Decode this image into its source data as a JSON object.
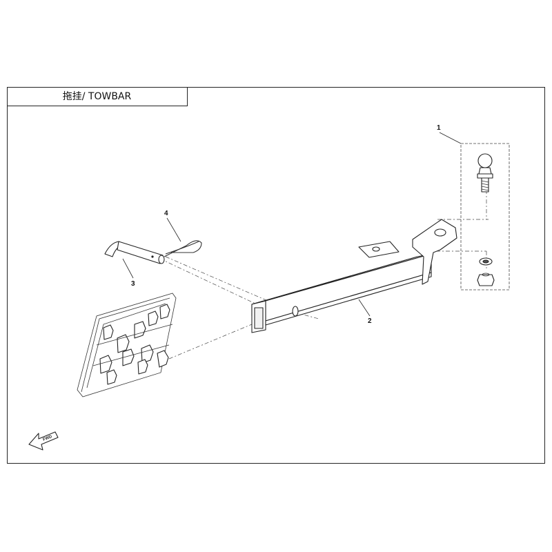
{
  "header": {
    "title": "拖挂/ TOWBAR"
  },
  "callouts": [
    {
      "id": "1",
      "label": "1"
    },
    {
      "id": "2",
      "label": "2"
    },
    {
      "id": "3",
      "label": "3"
    },
    {
      "id": "4",
      "label": "4"
    }
  ],
  "fwd_label": "FWD",
  "colors": {
    "line": "#222222",
    "background": "#ffffff"
  }
}
